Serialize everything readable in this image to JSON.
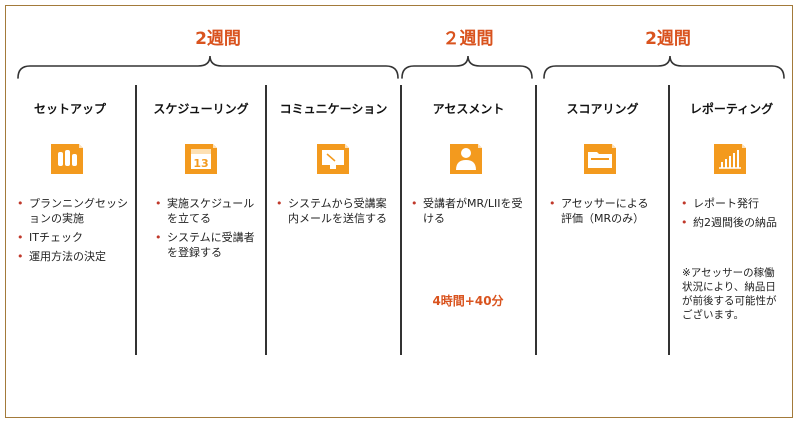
{
  "durations": [
    "2週間",
    "２週間",
    "2週間"
  ],
  "phases": [
    {
      "title": "セットアップ",
      "icon": "tools-icon",
      "items": [
        "プランニングセッションの実施",
        "ITチェック",
        "運用方法の決定"
      ]
    },
    {
      "title": "スケジューリング",
      "icon": "calendar-icon",
      "calendar_day": "13",
      "items": [
        "実施スケジュールを立てる",
        "システムに受講者を登録する"
      ]
    },
    {
      "title": "コミュニケーション",
      "icon": "monitor-icon",
      "items": [
        "システムから受講案内メールを送信する"
      ]
    },
    {
      "title": "アセスメント",
      "icon": "person-icon",
      "items": [
        "受講者がMR/LIIを受ける"
      ],
      "time": "4時間+40分"
    },
    {
      "title": "スコアリング",
      "icon": "folder-icon",
      "items": [
        "アセッサーによる評価（MRのみ）"
      ]
    },
    {
      "title": "レポーティング",
      "icon": "report-chart-icon",
      "items": [
        "レポート発行",
        "約2週間後の納品"
      ],
      "note": "※アセッサーの稼働状況により、納品日が前後する可能性がございます。"
    }
  ],
  "colors": {
    "accent": "#d9531e",
    "icon_fill": "#f39a1e",
    "border": "#a37a3a",
    "brace": "#333333"
  }
}
